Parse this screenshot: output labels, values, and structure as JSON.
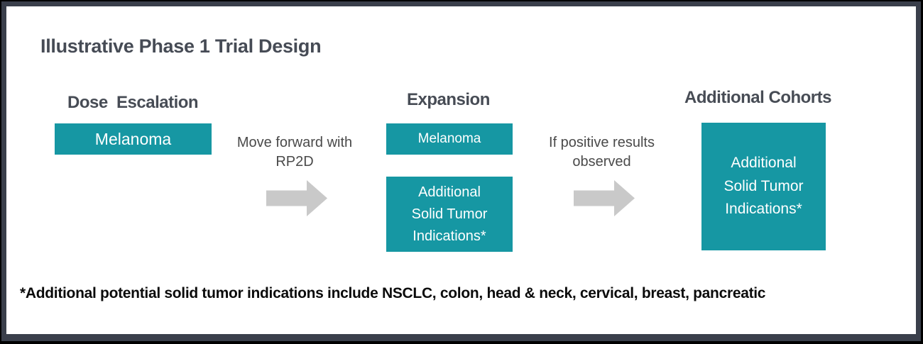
{
  "title": "Illustrative Phase 1 Trial Design",
  "stages": [
    {
      "header": "Dose  Escalation",
      "boxes": [
        {
          "label": "Melanoma"
        }
      ]
    },
    {
      "header": "Expansion",
      "boxes": [
        {
          "label": "Melanoma"
        },
        {
          "label": "Additional\nSolid Tumor\nIndications*"
        }
      ]
    },
    {
      "header": "Additional Cohorts",
      "boxes": [
        {
          "label": "Additional\nSolid Tumor\nIndications*"
        }
      ]
    }
  ],
  "connectors": [
    {
      "label": "Move forward with\nRP2D",
      "icon": "right-block-arrow"
    },
    {
      "label": "If positive results\nobserved",
      "icon": "right-block-arrow"
    }
  ],
  "footnote": "*Additional potential solid tumor indications include NSCLC, colon, head & neck, cervical, breast, pancreatic",
  "colors": {
    "box_teal": "#1697A3",
    "arrow_gray": "#C9C9C9",
    "heading_gray": "#474C55",
    "frame_gray": "#3A3F4B",
    "footnote_black": "#0B0B0B"
  }
}
